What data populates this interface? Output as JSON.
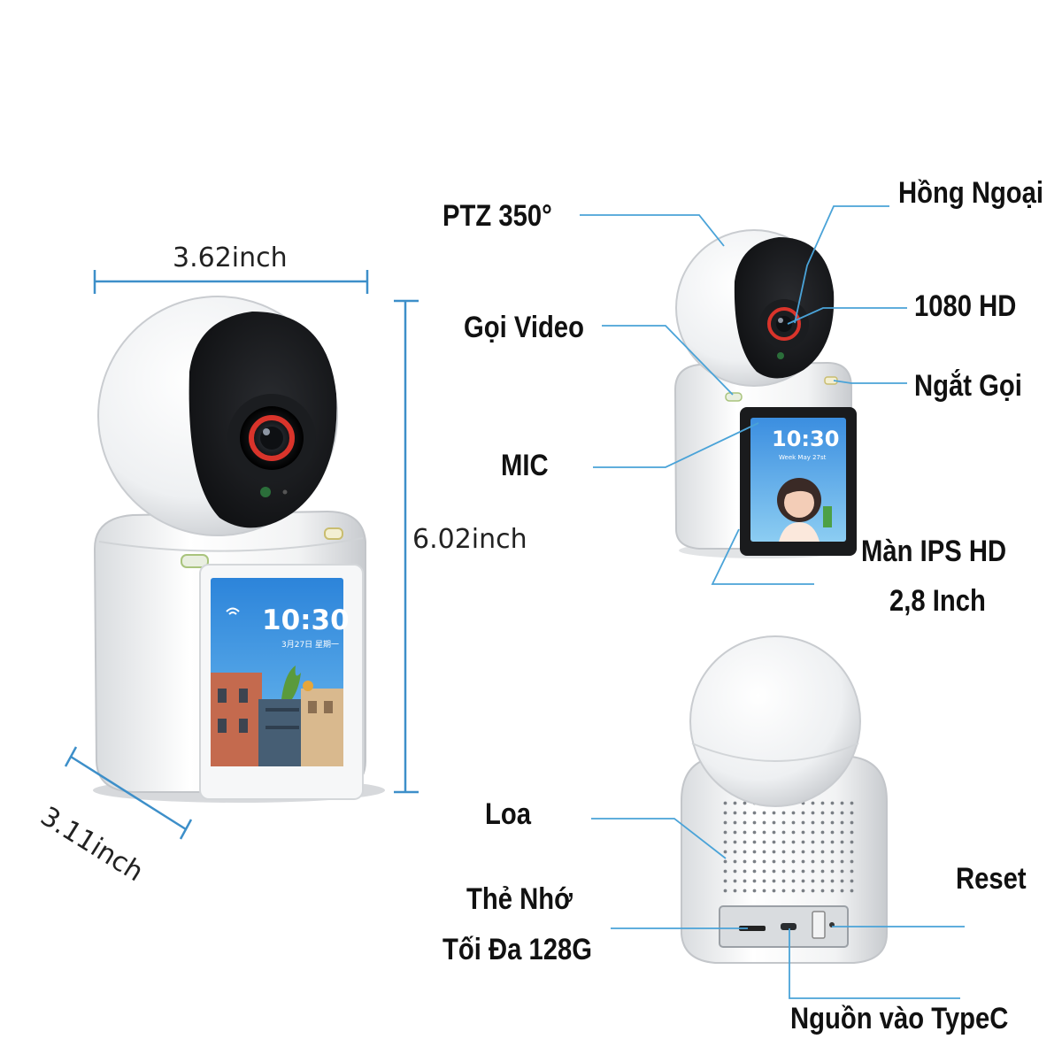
{
  "dimensions": {
    "width": "3.62inch",
    "height": "6.02inch",
    "depth": "3.11inch"
  },
  "screen": {
    "time_large": "10:30",
    "date_large": "3月27日 星期一",
    "time_small": "10:30",
    "date_small": "Week May 27st"
  },
  "labels": {
    "ptz": "PTZ 350°",
    "infrared": "Hồng Ngoại",
    "video_call": "Gọi Video",
    "resolution": "1080 HD",
    "hang_up": "Ngắt Gọi",
    "mic": "MIC",
    "display_line1": "Màn IPS HD",
    "display_line2": "2,8 Inch",
    "speaker": "Loa",
    "memory_line1": "Thẻ Nhớ",
    "memory_line2": "Tối Đa 128G",
    "reset": "Reset",
    "power": "Nguồn vào TypeC"
  },
  "colors": {
    "callout_line": "#4aa3d8",
    "dimension_line": "#3d8fc9",
    "screen_sky": "#2f8fe0",
    "lens_ring": "#d9342b"
  }
}
